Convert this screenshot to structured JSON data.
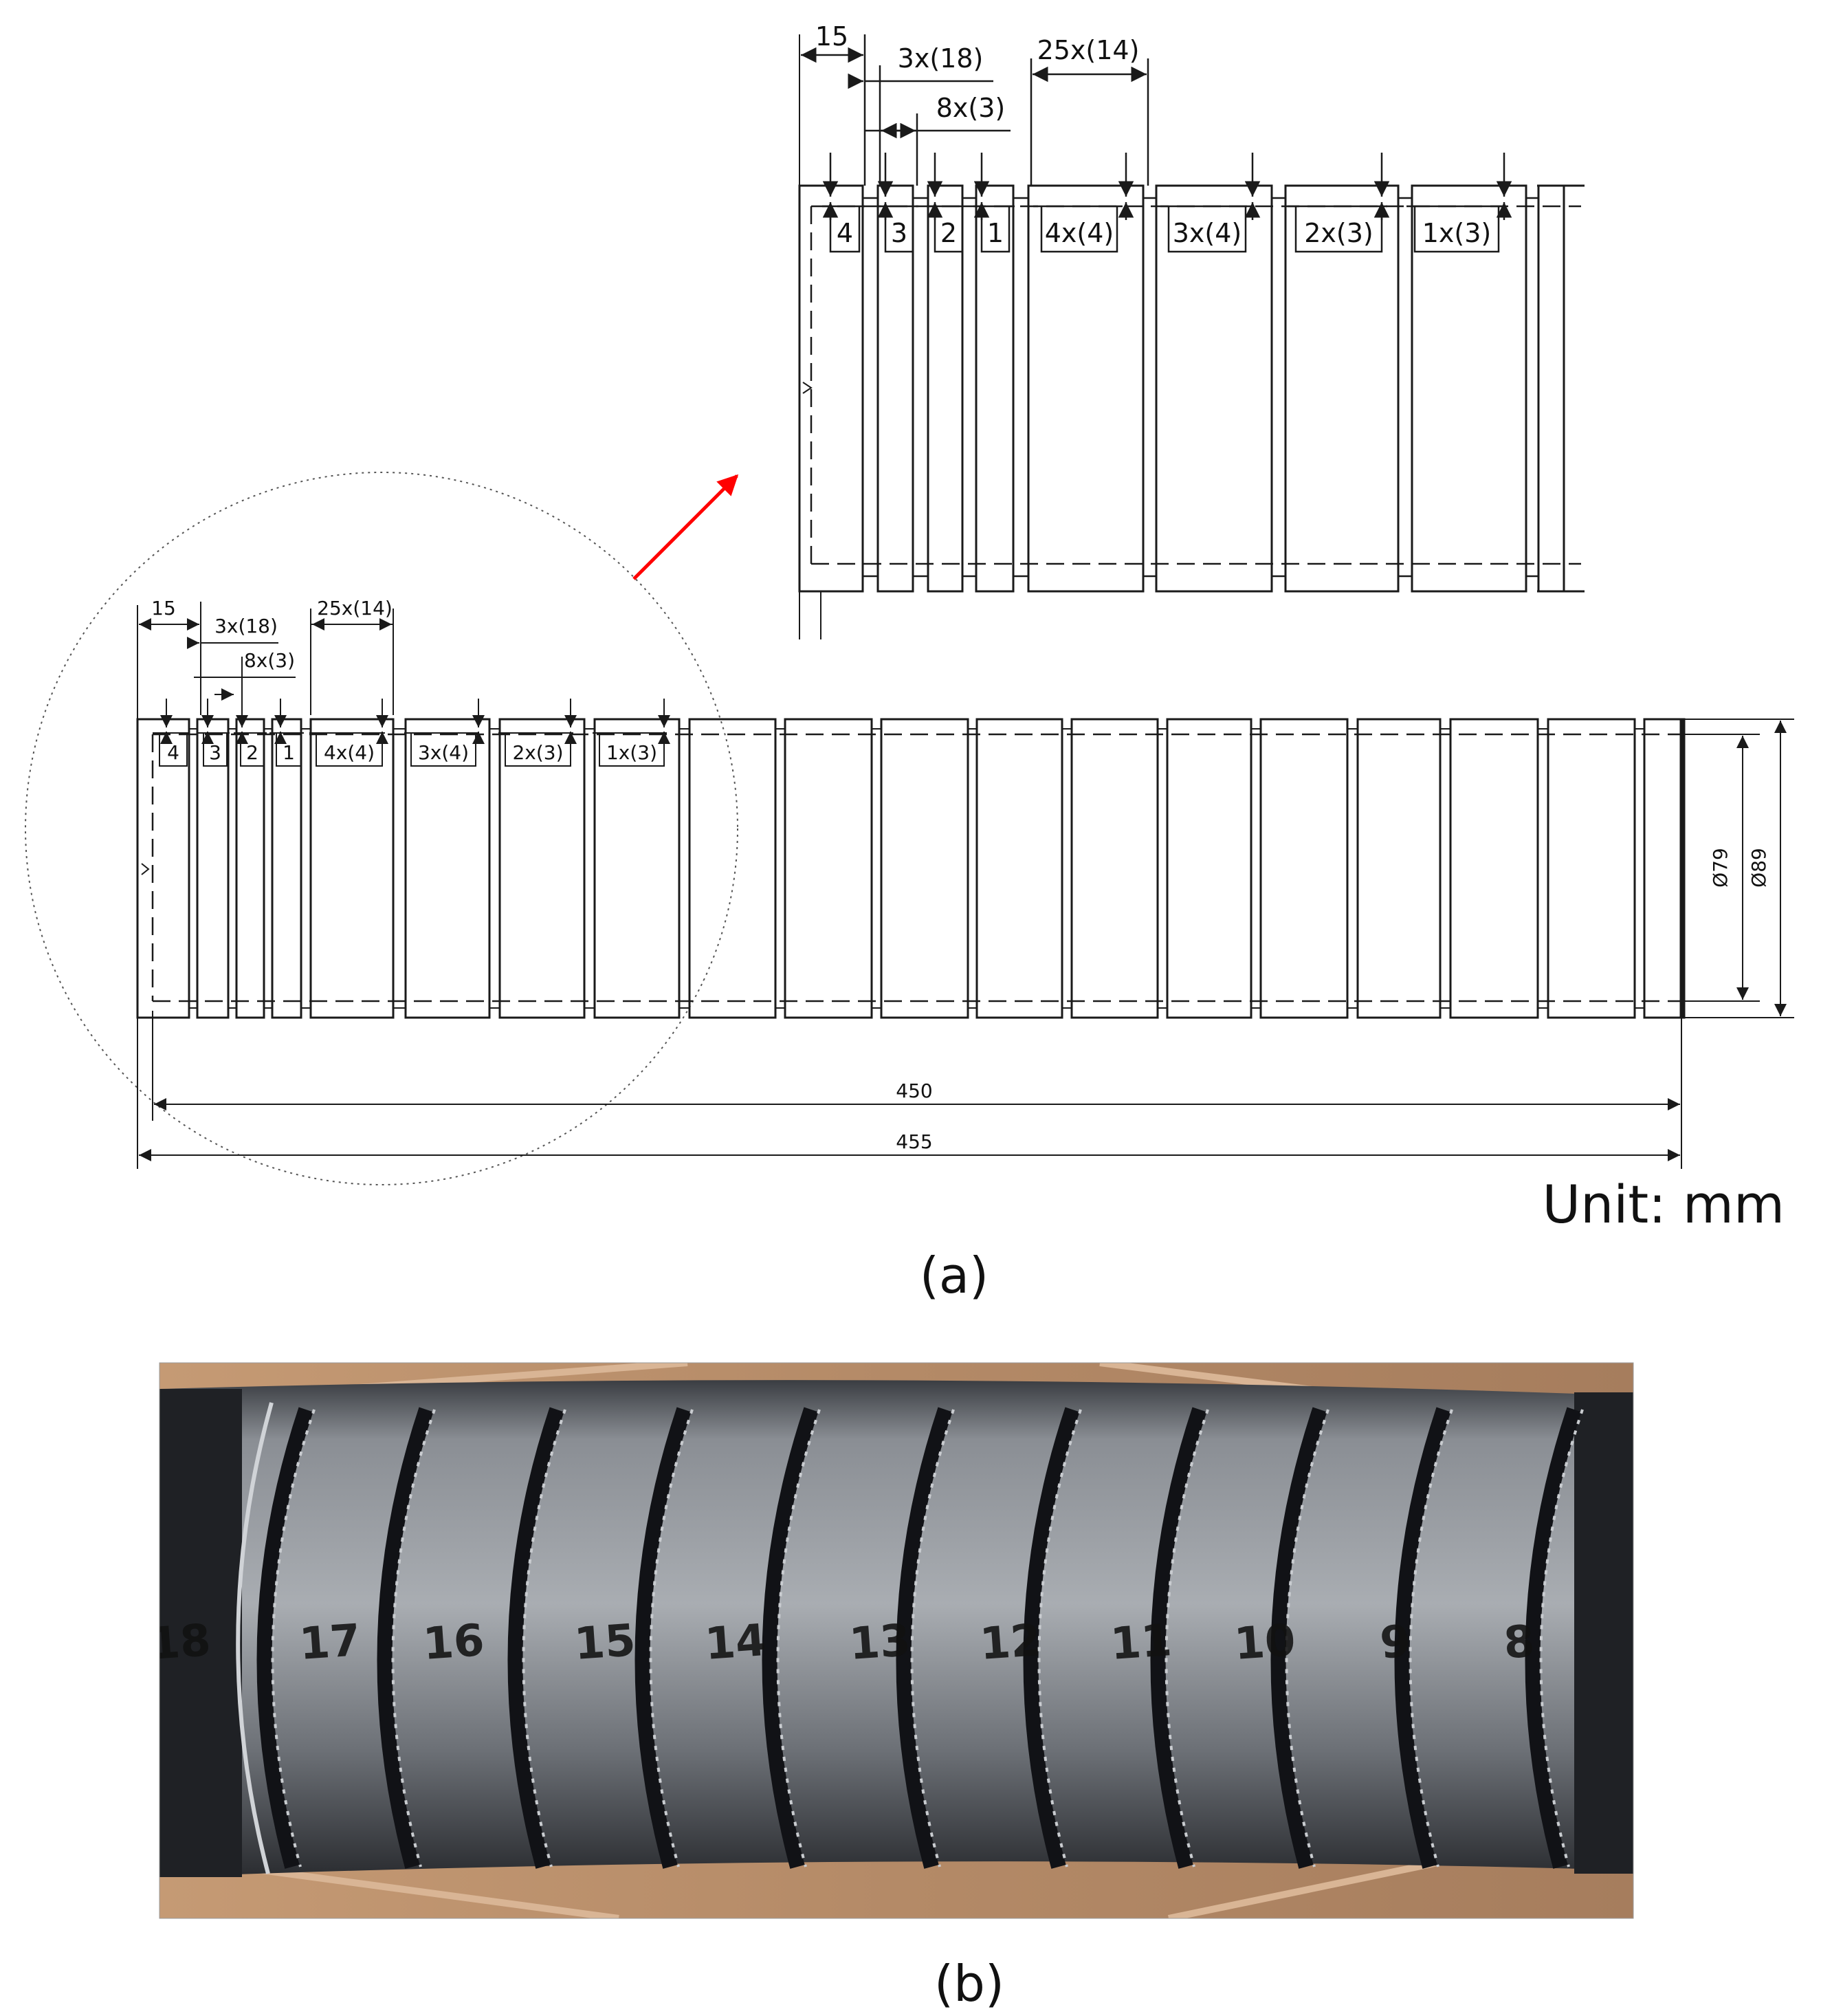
{
  "panel_a": {
    "label": "(a)",
    "unit_label": "Unit: mm",
    "overall_length": "455",
    "inner_length": "450",
    "outer_diameter": "Ø89",
    "inner_diameter": "Ø79",
    "dimensions": {
      "first_land": "15",
      "groove_pitch_small": "3x(18)",
      "groove_width_small": "8x(3)",
      "groove_pitch_large": "25x(14)"
    },
    "groove_tags": [
      "4",
      "3",
      "2",
      "1",
      "4x(4)",
      "3x(4)",
      "2x(3)",
      "1x(3)"
    ]
  },
  "panel_b": {
    "label": "(b)",
    "photo_numbers": [
      "18",
      "17",
      "16",
      "15",
      "14",
      "13",
      "12",
      "11",
      "10",
      "9",
      "8"
    ]
  },
  "colors": {
    "line": "#1a1a1a",
    "callout_arrow": "#ff0000",
    "photo_background": "#b89070",
    "rod_dark": "#1f2125",
    "rod_metal": "#7d8187",
    "marker_white": "#f2f2f2"
  }
}
